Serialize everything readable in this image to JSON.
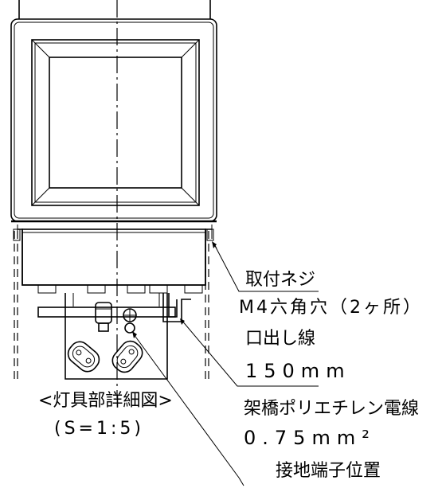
{
  "labels": {
    "mount_screw": "取付ネジ",
    "mount_hole": "M4六角穴（2ヶ所）",
    "outlet_wire": "口出し線",
    "outlet_length": "150mm",
    "cable_type": "架橋ポリエチレン電線",
    "cable_size": "0.75mm²",
    "ground_terminal": "接地端子位置",
    "title": "<灯具部詳細図>",
    "scale": "(S=1:5)"
  }
}
